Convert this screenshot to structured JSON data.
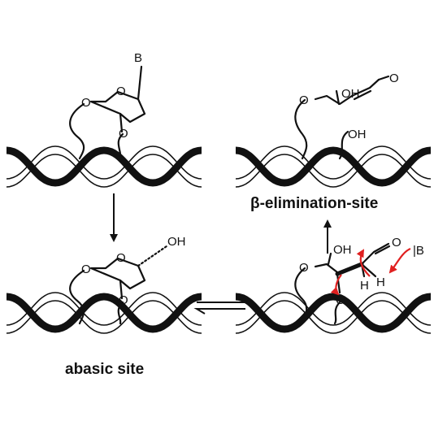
{
  "labels": {
    "atom_b": "B",
    "atom_o": "O",
    "atom_oh": "OH",
    "atom_h": "H",
    "atom_base": "|B",
    "caption_abasic": "abasic site",
    "caption_beta": "β-elimination-site"
  },
  "colors": {
    "ink": "#111111",
    "electron_push": "#e02020",
    "background": "#ffffff"
  }
}
